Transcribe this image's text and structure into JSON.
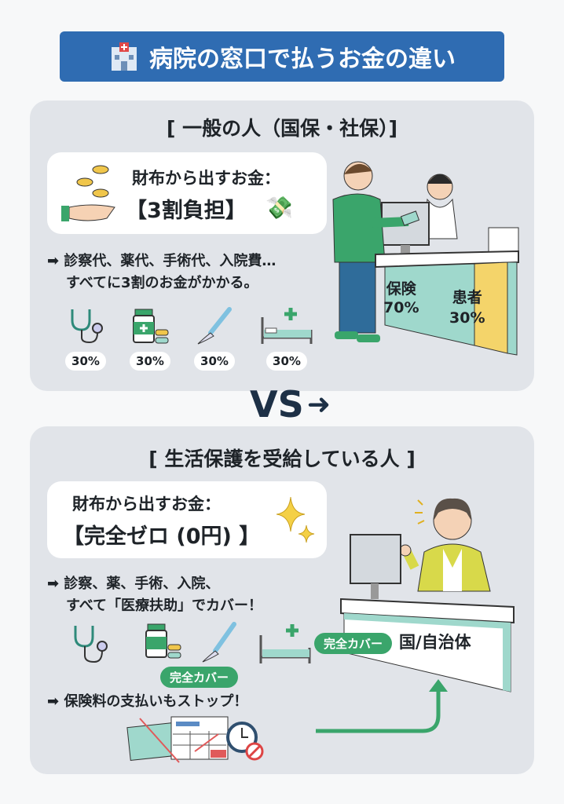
{
  "title": "病院の窓口で払うお金の違い",
  "vs": "VS",
  "general": {
    "heading": "[ 一般の人（国保・社保）]",
    "wallet_label": "財布から出すお金：",
    "burden": "【3割負担】",
    "desc1": "➡ 診察代、薬代、手術代、入院費…",
    "desc2": "すべてに3割のお金がかかる。",
    "icons": [
      {
        "icon": "stethoscope-icon",
        "pct": "30%"
      },
      {
        "icon": "medicine-icon",
        "pct": "30%"
      },
      {
        "icon": "scalpel-icon",
        "pct": "30%"
      },
      {
        "icon": "hospital-bed-icon",
        "pct": "30%"
      }
    ],
    "insurance_label": "保険",
    "insurance_pct": "70%",
    "patient_label": "患者",
    "patient_pct": "30%"
  },
  "welfare": {
    "heading": "[ 生活保護を受給している人 ]",
    "wallet_label": "財布から出すお金：",
    "burden": "【完全ゼロ (0円) 】",
    "desc1": "➡ 診察、薬、手術、入院、",
    "desc2": "すべて「医療扶助」でカバー！",
    "cover_badge": "完全カバー",
    "cover_badge2": "完全カバー",
    "payer": "国/自治体",
    "desc3": "➡ 保険料の支払いもストップ！"
  },
  "colors": {
    "banner": "#2f6cb2",
    "teal": "#9fd8cc",
    "yellow": "#f4d46a",
    "green": "#3aa56b"
  }
}
